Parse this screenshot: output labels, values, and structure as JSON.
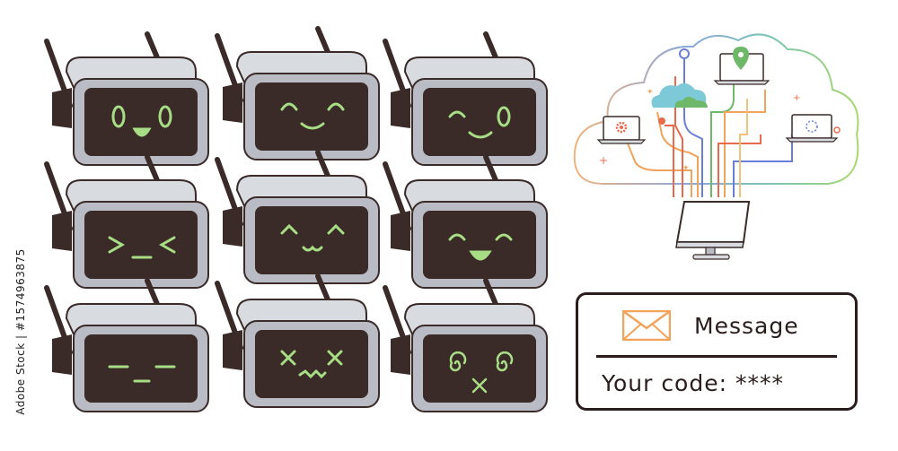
{
  "watermark": {
    "text": "Adobe Stock | #1574963875"
  },
  "robots": [
    {
      "name": "robot-surprised-smile"
    },
    {
      "name": "robot-happy"
    },
    {
      "name": "robot-wink"
    },
    {
      "name": "robot-squint"
    },
    {
      "name": "robot-cat-happy"
    },
    {
      "name": "robot-joyful"
    },
    {
      "name": "robot-expressionless"
    },
    {
      "name": "robot-dizzy-x"
    },
    {
      "name": "robot-spiral-dizzy"
    }
  ],
  "message_card": {
    "title": "Message",
    "code_text": "Your code: ****",
    "icon": "envelope-icon"
  },
  "cloud_network": {
    "icons": [
      "cloud-icon",
      "location-pin-icon",
      "laptop-icon",
      "monitor-icon",
      "gear-icon",
      "loading-icon"
    ]
  },
  "colors": {
    "outline": "#2a1d1b",
    "screen": "#3b2b28",
    "face": "#a7dd84",
    "body": "#b9bcc4",
    "body_light": "#d8dbe0",
    "envelope": "#f1a35c"
  }
}
